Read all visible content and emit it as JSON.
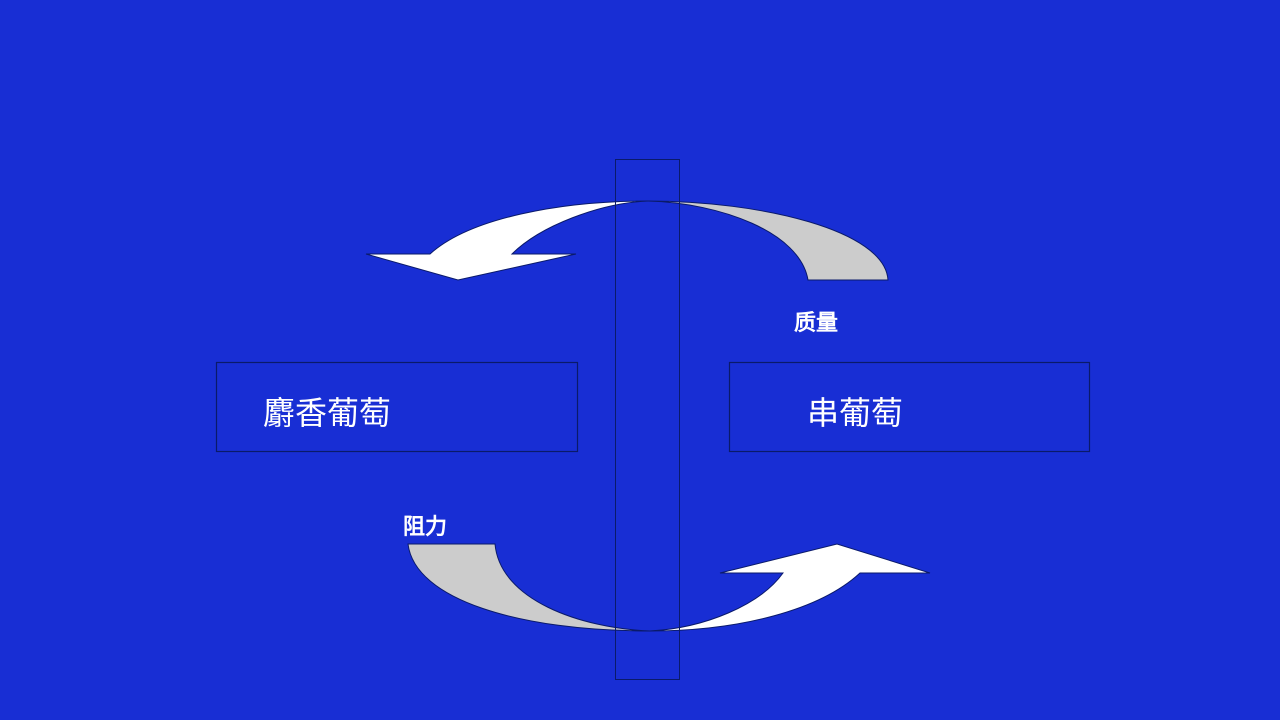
{
  "diagram": {
    "left_box_label": "麝香葡萄",
    "right_box_label": "串葡萄",
    "top_arrow_label": "质量",
    "bottom_arrow_label": "阻力"
  },
  "colors": {
    "background": "#182ed4",
    "arrow_front": "#ffffff",
    "arrow_back": "#cccccc",
    "outline": "#0a1a6a"
  }
}
